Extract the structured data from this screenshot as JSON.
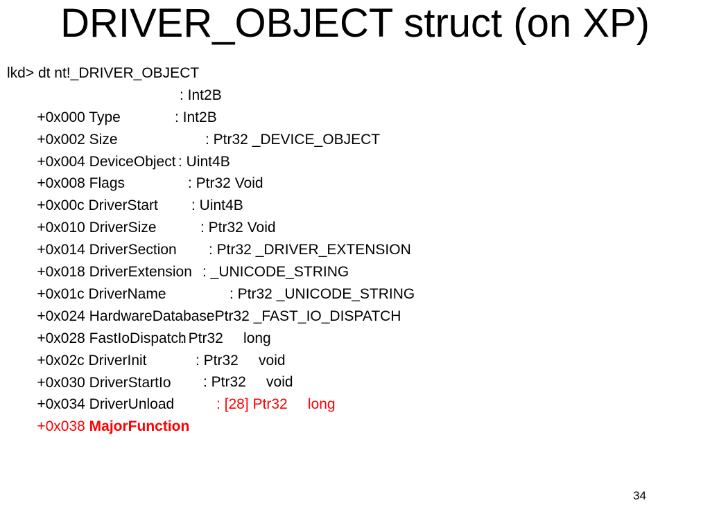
{
  "slide": {
    "title": "DRIVER_OBJECT struct (on XP)",
    "command": "lkd> dt nt!_DRIVER_OBJECT",
    "fields": [
      {
        "offset": "+0x000",
        "name": "Type",
        "type": ": Int2B"
      },
      {
        "offset": "+0x002",
        "name": "Size",
        "type": ": Int2B"
      },
      {
        "offset": "+0x004",
        "name": "DeviceObject",
        "type": ": Ptr32 _DEVICE_OBJECT"
      },
      {
        "offset": "+0x008",
        "name": "Flags",
        "type": ": Uint4B"
      },
      {
        "offset": "+0x00c",
        "name": "DriverStart",
        "type": ": Ptr32 Void"
      },
      {
        "offset": "+0x010",
        "name": "DriverSize",
        "type": ": Uint4B"
      },
      {
        "offset": "+0x014",
        "name": "DriverSection",
        "type": ": Ptr32 Void"
      },
      {
        "offset": "+0x018",
        "name": "DriverExtension",
        "type": ": Ptr32 _DRIVER_EXTENSION"
      },
      {
        "offset": "+0x01c",
        "name": "DriverName",
        "type": ": _UNICODE_STRING"
      },
      {
        "offset": "+0x024",
        "name": "HardwareDatabase",
        "type": ": Ptr32 _UNICODE_STRING"
      },
      {
        "offset": "+0x028",
        "name": "FastIoDispatch",
        "type": ": Ptr32 _FAST_IO_DISPATCH"
      },
      {
        "offset": "+0x02c",
        "name": "DriverInit",
        "type": ": Ptr32     long"
      },
      {
        "offset": "+0x030",
        "name": "DriverStartIo",
        "type": ": Ptr32     void"
      },
      {
        "offset": "+0x034",
        "name": "DriverUnload",
        "type": ": Ptr32     void"
      },
      {
        "offset": "+0x038",
        "name": "MajorFunction",
        "type": ": [28] Ptr32     long"
      }
    ],
    "highlight_color": "#ff0000",
    "slide_number": "34"
  }
}
